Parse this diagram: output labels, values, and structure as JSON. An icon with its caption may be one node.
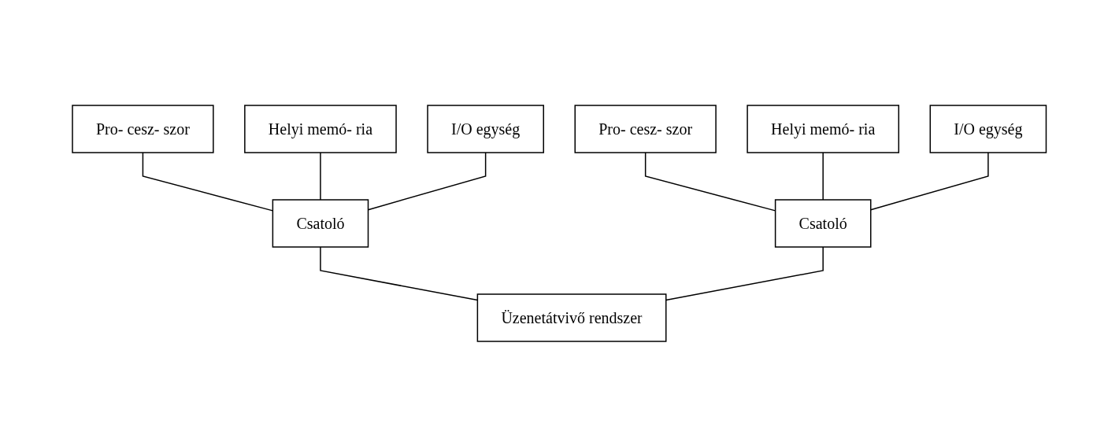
{
  "diagram": {
    "nodes": [
      {
        "text": [
          "Pro- cesz- szor"
        ]
      },
      {
        "text": [
          "Helyi memó- ria"
        ]
      },
      {
        "text": [
          "I/O egység"
        ]
      },
      {
        "text": [
          "Pro- cesz- szor"
        ]
      },
      {
        "text": [
          "Helyi memó- ria"
        ]
      },
      {
        "text": [
          "I/O egység"
        ]
      },
      {
        "text": [
          "Csatoló"
        ]
      },
      {
        "text": [
          "Csatoló"
        ]
      },
      {
        "text": [
          "Üzenetátvivő rendszer"
        ]
      }
    ],
    "edges": [
      {
        "from": 0,
        "to": 6,
        "arrow": "none"
      },
      {
        "from": 1,
        "to": 6,
        "arrow": "none"
      },
      {
        "from": 2,
        "to": 6,
        "arrow": "none"
      },
      {
        "from": 3,
        "to": 7,
        "arrow": "none"
      },
      {
        "from": 4,
        "to": 7,
        "arrow": "none"
      },
      {
        "from": 5,
        "to": 7,
        "arrow": "none"
      },
      {
        "from": 6,
        "to": 8,
        "arrow": "none"
      },
      {
        "from": 7,
        "to": 8,
        "arrow": "none"
      }
    ]
  }
}
